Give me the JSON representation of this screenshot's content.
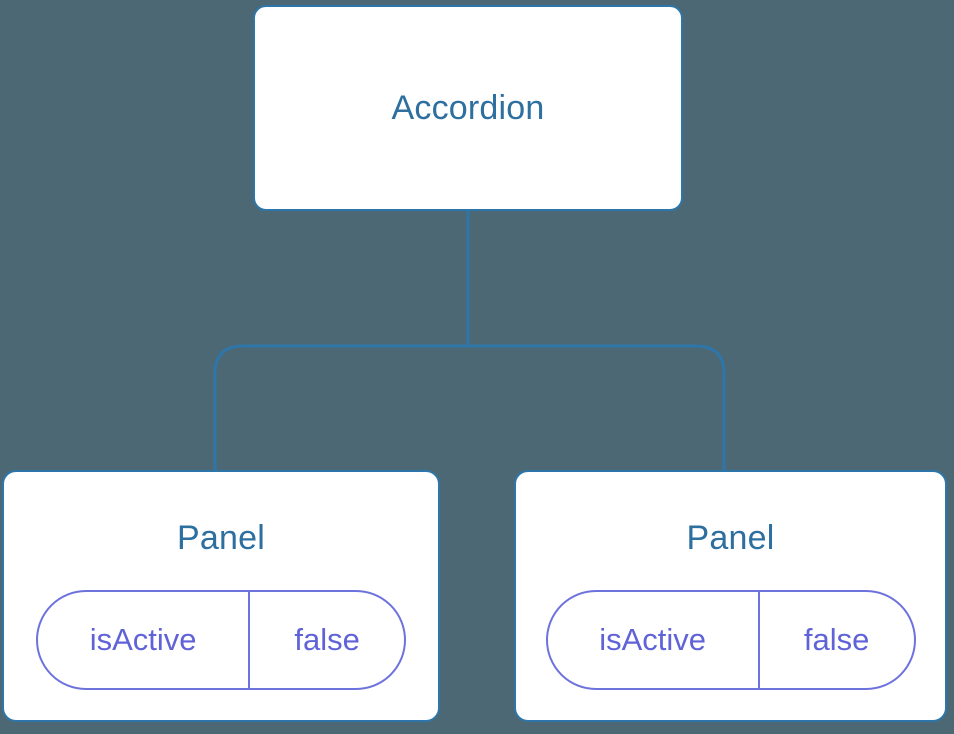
{
  "colors": {
    "background": "#4C6874",
    "connector": "#2E76A9",
    "node_border": "#2E76A9",
    "node_bg": "#FFFFFF",
    "node_text": "#2D6F9F",
    "prop_border": "#6E72DC",
    "prop_text": "#6063D8"
  },
  "tree": {
    "root": {
      "label": "Accordion"
    },
    "children": [
      {
        "label": "Panel",
        "props": [
          {
            "name": "isActive",
            "value": "false"
          }
        ]
      },
      {
        "label": "Panel",
        "props": [
          {
            "name": "isActive",
            "value": "false"
          }
        ]
      }
    ]
  }
}
